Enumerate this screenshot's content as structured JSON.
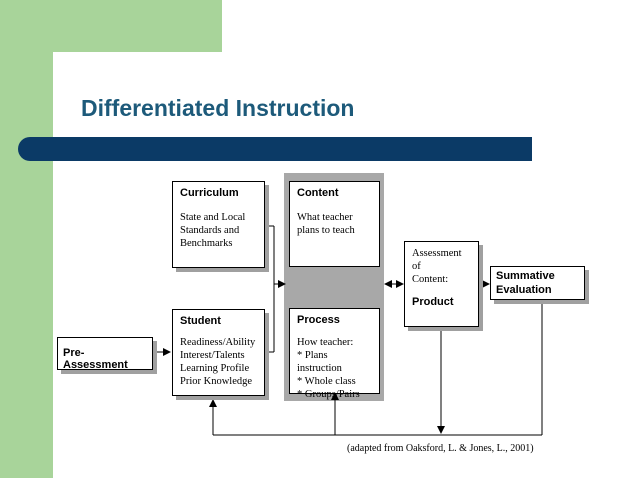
{
  "slide": {
    "title": "Differentiated Instruction",
    "credit": "(adapted from Oaksford, L. & Jones, L., 2001)"
  },
  "boxes": {
    "curriculum": {
      "heading": "Curriculum",
      "lines": [
        "State and Local",
        "Standards and",
        "Benchmarks"
      ]
    },
    "student": {
      "heading": "Student",
      "lines": [
        "Readiness/Ability",
        "Interest/Talents",
        "Learning Profile",
        "Prior Knowledge"
      ]
    },
    "pre_assessment": {
      "heading": "Pre-Assessment"
    },
    "content": {
      "heading": "Content",
      "lines": [
        "What teacher",
        "plans to teach"
      ]
    },
    "process": {
      "heading": "Process",
      "lines": [
        "How teacher:",
        "* Plans instruction",
        "* Whole class",
        "* Groups/Pairs"
      ]
    },
    "product": {
      "pre_lines": [
        "Assessment of",
        "Content:"
      ],
      "heading": "Product"
    },
    "summative": {
      "lines": [
        "Summative",
        "Evaluation"
      ]
    }
  },
  "colors": {
    "green_accent": "#a8d49a",
    "title_blue": "#1d5a7a",
    "bar_navy": "#0b3a66",
    "band_grey": "#a8a8a8",
    "shadow_grey": "#a0a0a0"
  }
}
